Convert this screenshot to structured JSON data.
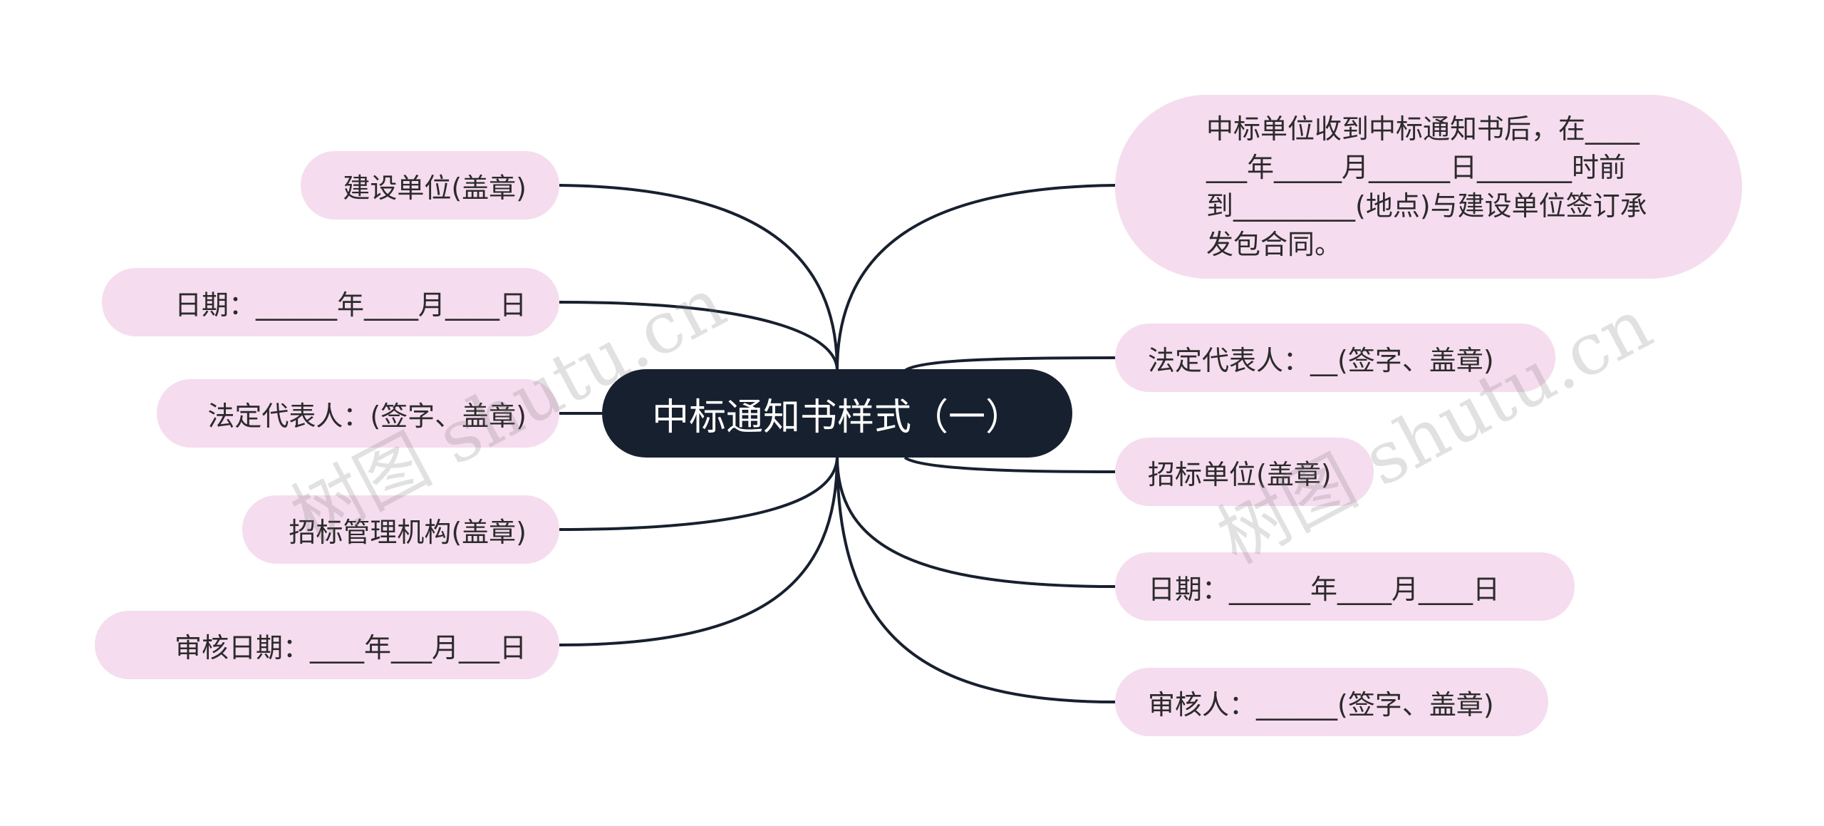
{
  "root": {
    "label": "中标通知书样式（一）"
  },
  "left_nodes": [
    {
      "label": "建设单位(盖章)"
    },
    {
      "label": "日期：______年____月____日"
    },
    {
      "label": "法定代表人：(签字、盖章)"
    },
    {
      "label": "招标管理机构(盖章)"
    },
    {
      "label": "审核日期：____年___月___日"
    }
  ],
  "right_nodes": [
    {
      "label": "中标单位收到中标通知书后，在_______年_____月______日_______时前到_________(地点)与建设单位签订承发包合同。"
    },
    {
      "label": "法定代表人：__(签字、盖章)"
    },
    {
      "label": "招标单位(盖章)"
    },
    {
      "label": "日期：______年____月____日"
    },
    {
      "label": "审核人：______(签字、盖章)"
    }
  ],
  "watermark": {
    "text": "树图 shutu.cn"
  },
  "colors": {
    "root_bg": "#17202e",
    "node_bg": "#f6dcef",
    "line": "#17202e"
  }
}
